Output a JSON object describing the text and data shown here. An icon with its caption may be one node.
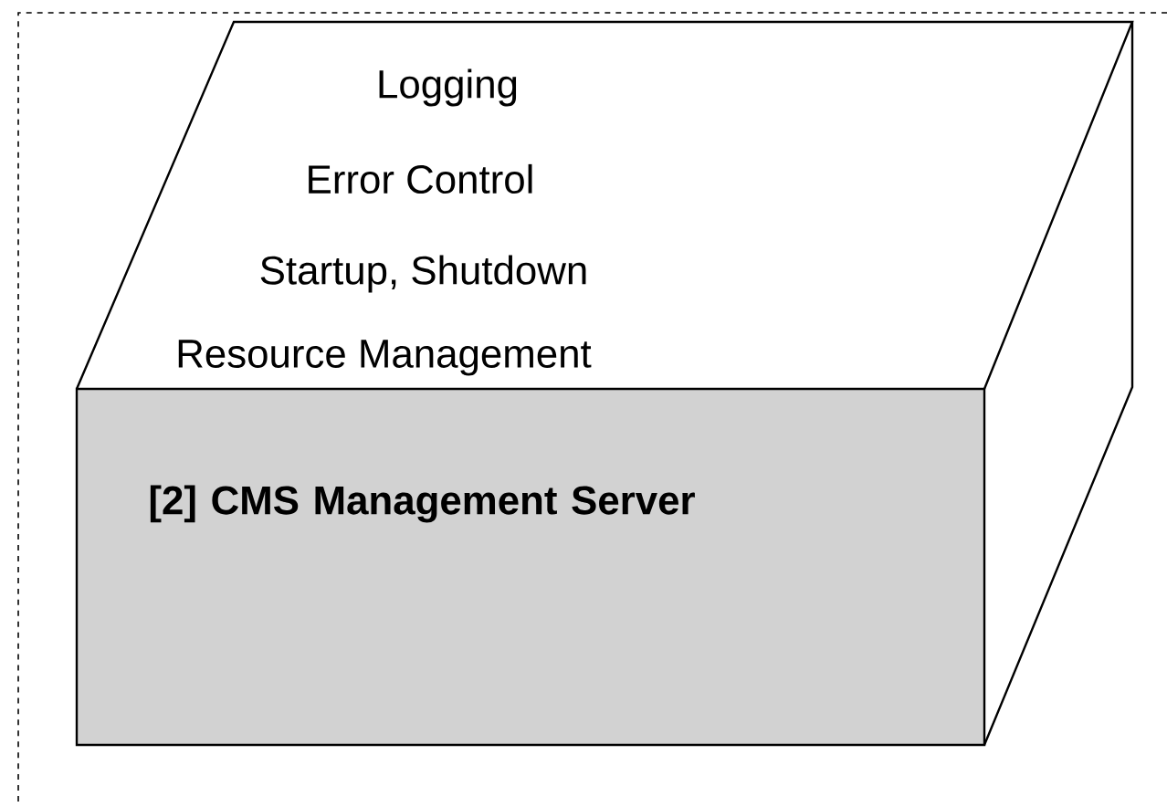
{
  "diagram": {
    "nodes": [
      {
        "text": [
          "Logging",
          "Error Control",
          "Startup, Shutdown",
          "Resource Management",
          "[2] CMS Management Server"
        ]
      }
    ]
  }
}
